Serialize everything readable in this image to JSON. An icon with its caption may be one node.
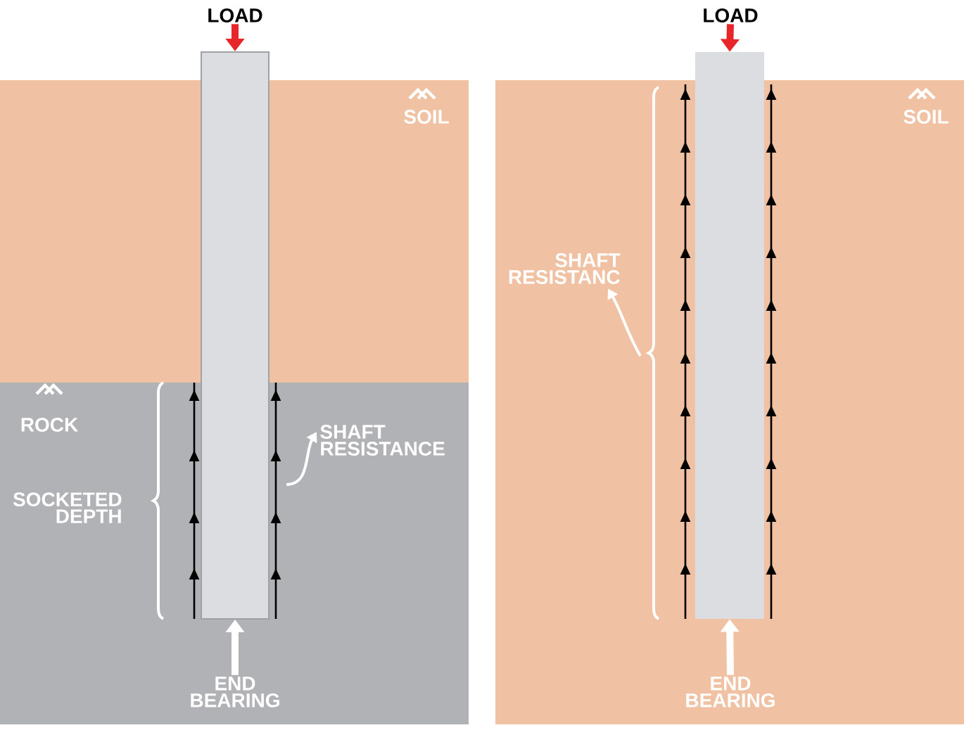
{
  "diagram": {
    "nodes": [
      {
        "text": [
          "LOAD"
        ]
      },
      {
        "text": [
          "LOAD"
        ]
      },
      {
        "text": [],
        "shape": "bar"
      },
      {
        "text": [],
        "shape": "bar"
      },
      {
        "text": [
          "SHAFT RESISTANC"
        ]
      },
      {
        "text": [
          "SHAFT RESISTANCE"
        ]
      },
      {
        "text": [
          "END BEARING"
        ]
      },
      {
        "text": [
          "END BEARING"
        ]
      }
    ],
    "edges": [
      {
        "from": 0,
        "to": 2,
        "arrow": "to",
        "color": "#e8262a"
      },
      {
        "from": 1,
        "to": 3,
        "arrow": "to",
        "color": "#e8262a"
      },
      {
        "from": 6,
        "to": 2,
        "arrow": "to"
      },
      {
        "from": 7,
        "to": 3,
        "arrow": "to"
      },
      {
        "from": 2,
        "to": 5,
        "arrow": "to"
      },
      {
        "from": null,
        "to": 4,
        "arrow": "to"
      }
    ],
    "labels": [
      "SOIL",
      "ROCK",
      "SOCKETED DEPTH",
      "SOIL"
    ]
  }
}
